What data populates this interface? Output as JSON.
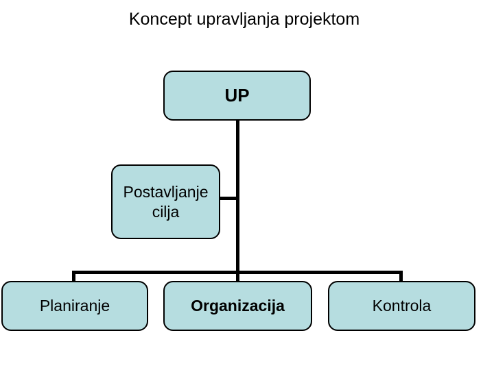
{
  "slide": {
    "title": "Koncept upravljanja projektom",
    "background_color": "#ffffff"
  },
  "theme": {
    "node_fill": "#b6dde0",
    "node_border": "#000000",
    "connector_color": "#000000",
    "text_color": "#000000"
  },
  "diagram": {
    "type": "org-chart",
    "nodes": [
      {
        "id": "up",
        "label": "UP",
        "bold": true,
        "level": 0
      },
      {
        "id": "goal",
        "label": "Postavljanje cilja",
        "bold": false,
        "level": 1
      },
      {
        "id": "planning",
        "label": "Planiranje",
        "bold": false,
        "level": 2
      },
      {
        "id": "organization",
        "label": "Organizacija",
        "bold": true,
        "level": 2
      },
      {
        "id": "control",
        "label": "Kontrola",
        "bold": false,
        "level": 2
      }
    ],
    "edges": [
      {
        "from": "up",
        "to": "goal"
      },
      {
        "from": "up",
        "to": "planning"
      },
      {
        "from": "up",
        "to": "organization"
      },
      {
        "from": "up",
        "to": "control"
      }
    ]
  }
}
